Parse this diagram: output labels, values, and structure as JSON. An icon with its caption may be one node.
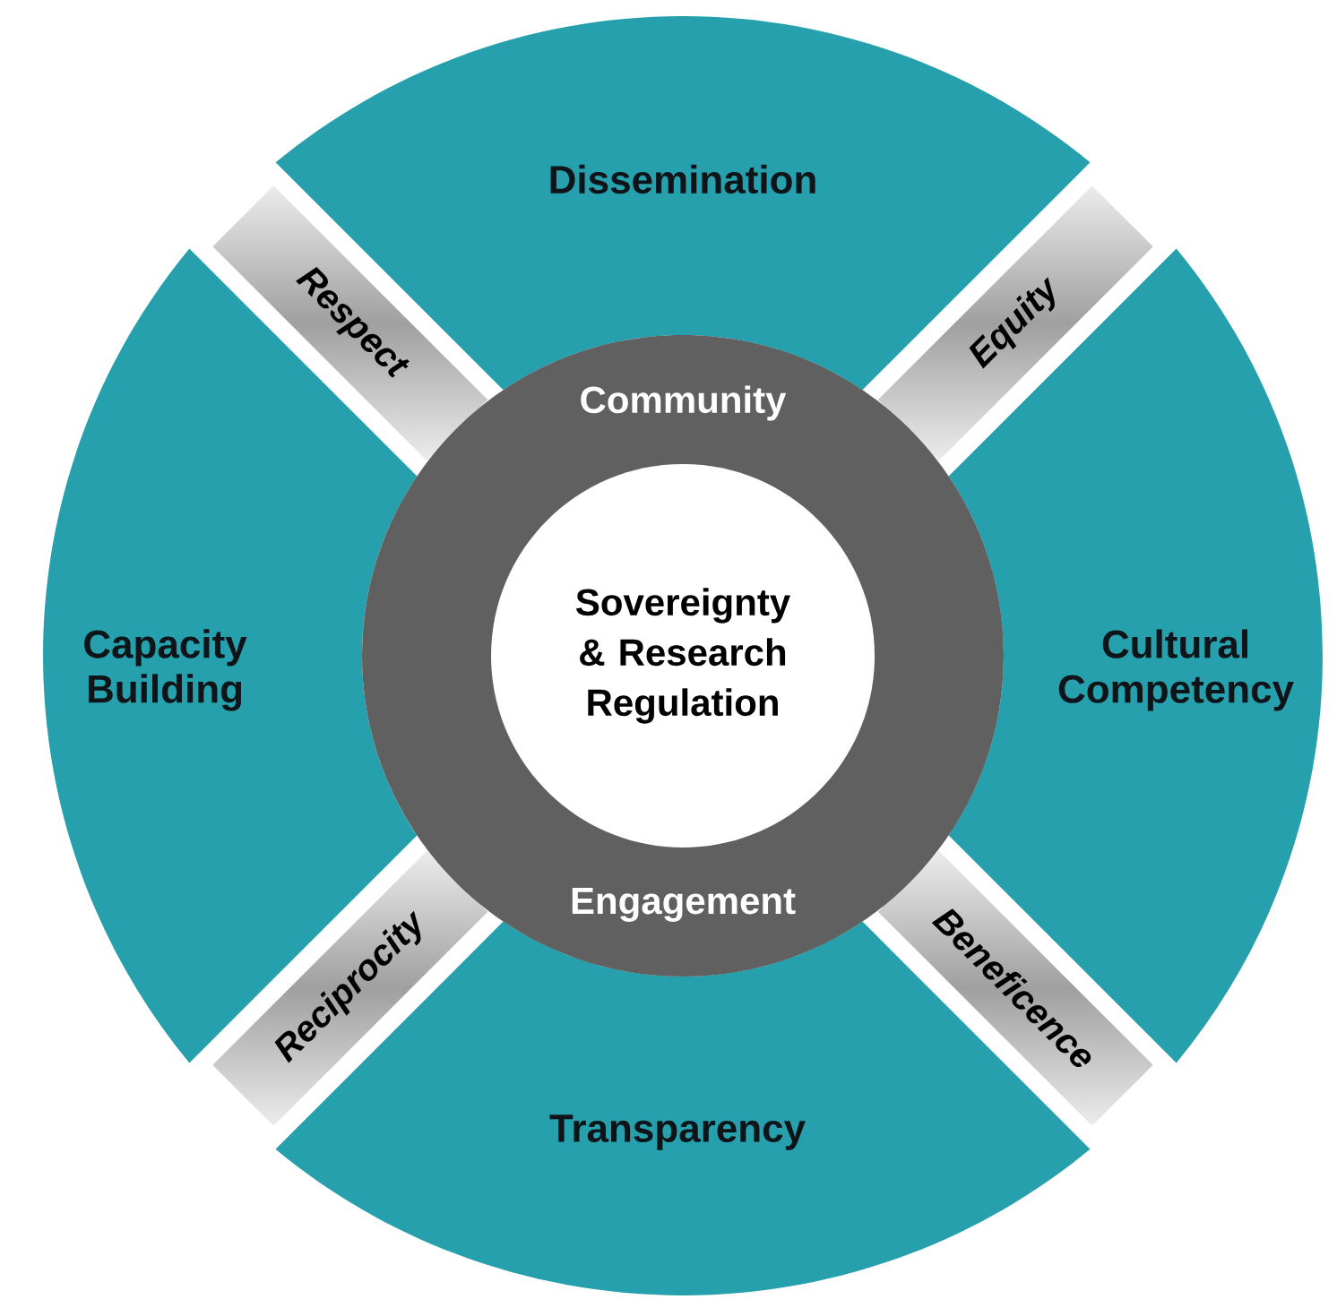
{
  "diagram": {
    "nodes": [
      {
        "text": [
          "Dissemination"
        ]
      },
      {
        "text": [
          "Respect"
        ]
      },
      {
        "text": [
          "Equity"
        ]
      },
      {
        "text": [
          "Community",
          "Engagement"
        ]
      },
      {
        "text": [
          "Sovereignty & Research Regulation"
        ],
        "in": 3
      },
      {
        "text": [
          "Capacity Building"
        ]
      },
      {
        "text": [
          "Cultural Competency"
        ]
      },
      {
        "text": [
          "Reciprocity"
        ]
      },
      {
        "text": [
          "Beneficence"
        ]
      },
      {
        "text": [
          "Transparency"
        ]
      }
    ]
  }
}
